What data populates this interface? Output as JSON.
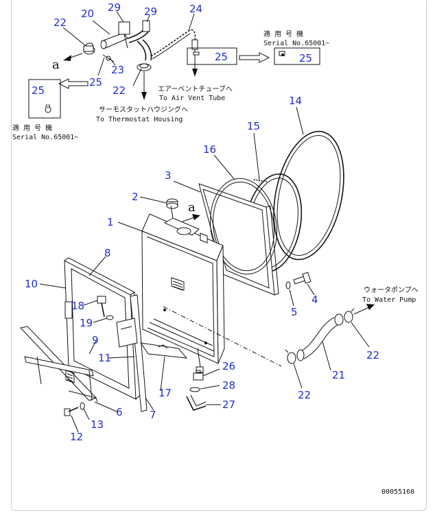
{
  "callouts": {
    "c1": "1",
    "c2": "2",
    "c3": "3",
    "c4": "4",
    "c5": "5",
    "c6": "6",
    "c7": "7",
    "c8": "8",
    "c9": "9",
    "c10": "10",
    "c11": "11",
    "c12": "12",
    "c13": "13",
    "c14": "14",
    "c15": "15",
    "c16": "16",
    "c17": "17",
    "c18": "18",
    "c19": "19",
    "c20": "20",
    "c21": "21",
    "c22a": "22",
    "c22b": "22",
    "c22c": "22",
    "c22d": "22",
    "c23": "23",
    "c24": "24",
    "c25a": "25",
    "c25b": "25",
    "c25c": "25",
    "c25d": "25",
    "c26": "26",
    "c27": "27",
    "c28": "28",
    "c29a": "29",
    "c29b": "29"
  },
  "notes": {
    "serial_jp_right": "適 用 号 機",
    "serial_right": "Serial No.65001~",
    "serial_jp_left": "適 用 号 機",
    "serial_left": "Serial No.65001~",
    "air_vent_jp": "エアーベントチューブへ",
    "air_vent_en": "To Air Vent Tube",
    "thermostat_jp": "サーモスタットハウジングへ",
    "thermostat_en": "To Thermostat Housing",
    "water_pump_jp": "ウォータポンプへ",
    "water_pump_en": "To Water Pump",
    "ref_a_top": "a",
    "ref_a_mid": "a",
    "drawing_number": "00055160"
  }
}
